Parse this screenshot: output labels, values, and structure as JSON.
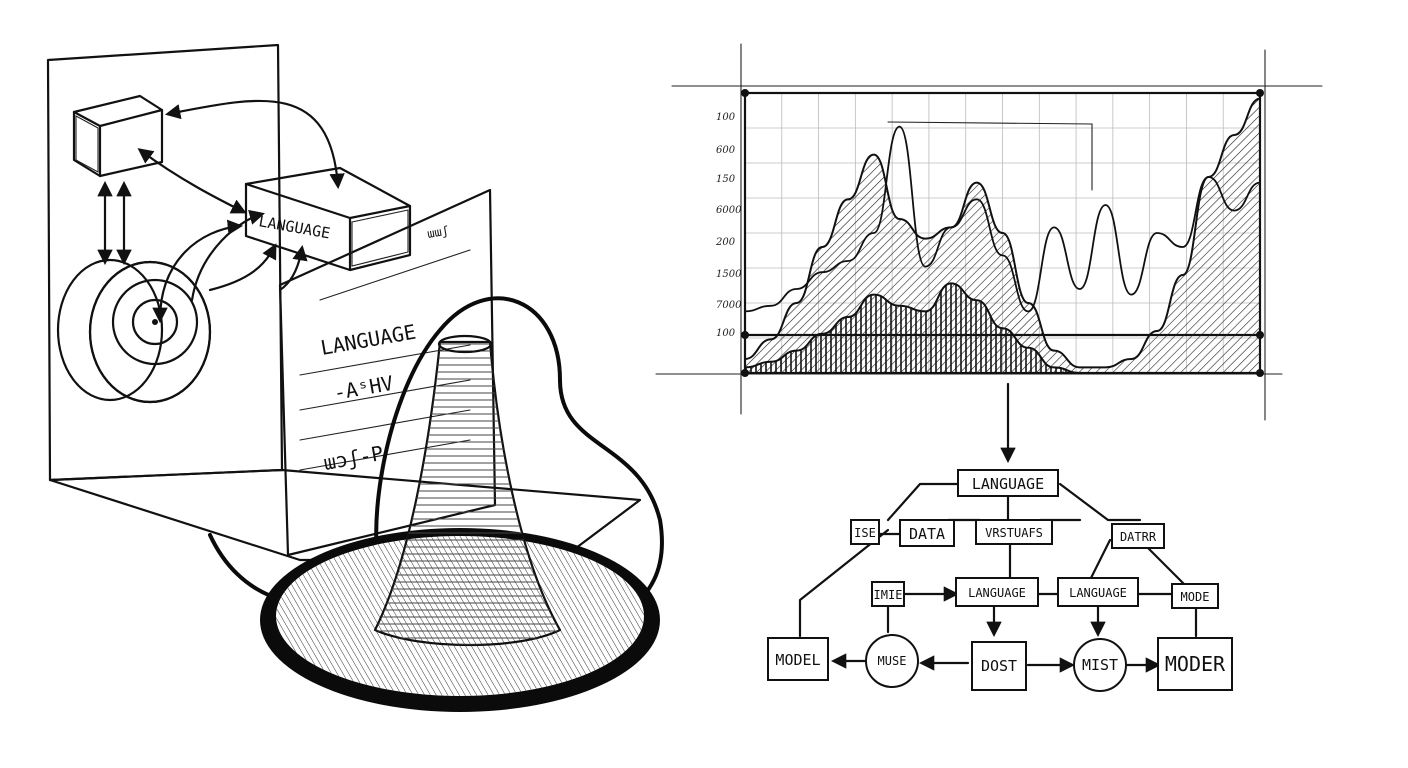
{
  "machine": {
    "box_label": "LANGUAGE",
    "sheet_title": "LANGUAGE",
    "sheet_scribble_1": "-AˢHV",
    "sheet_scribble_2": "ɯɔʃ-P",
    "corner_note": "ɯɯʃ"
  },
  "chart_data": {
    "type": "area",
    "title": "",
    "xlabel": "",
    "ylabel": "",
    "ytick_labels": [
      "100",
      "600",
      "150",
      "6000",
      "200",
      "1500",
      "7000",
      "100"
    ],
    "x": [
      0,
      5,
      10,
      15,
      20,
      25,
      30,
      35,
      40,
      45,
      50,
      55,
      60,
      65,
      70,
      75,
      80,
      85,
      90,
      95,
      100
    ],
    "series": [
      {
        "values": [
          0.05,
          0.12,
          0.25,
          0.45,
          0.62,
          0.78,
          0.55,
          0.48,
          0.52,
          0.68,
          0.5,
          0.25,
          0.08,
          0.02,
          0.02,
          0.05,
          0.15,
          0.35,
          0.7,
          0.85,
          0.98
        ]
      },
      {
        "values": [
          0.02,
          0.04,
          0.08,
          0.14,
          0.2,
          0.28,
          0.24,
          0.22,
          0.32,
          0.26,
          0.16,
          0.09,
          0.02,
          0,
          0,
          0,
          0,
          0,
          0,
          0,
          0
        ]
      },
      {
        "values": [
          0.22,
          0.24,
          0.3,
          0.36,
          0.4,
          0.5,
          0.88,
          0.38,
          0.52,
          0.62,
          0.42,
          0.22,
          0.52,
          0.3,
          0.6,
          0.28,
          0.5,
          0.45,
          0.7,
          0.58,
          0.68
        ]
      }
    ],
    "grid": true
  },
  "flow": {
    "top": "LANGUAGE",
    "row1": [
      "ISE",
      "DATA",
      "VRSTUAFS",
      "DATRR"
    ],
    "row2": [
      "IMIE",
      "LANGUAGE",
      "LANGUAGE",
      "MODE"
    ],
    "row3": [
      "MODEL",
      "MUSE",
      "DOST",
      "MIST",
      "MODER"
    ]
  },
  "colors": {
    "ink": "#111111",
    "paper": "#ffffff",
    "grid": "#bbbbbb"
  }
}
